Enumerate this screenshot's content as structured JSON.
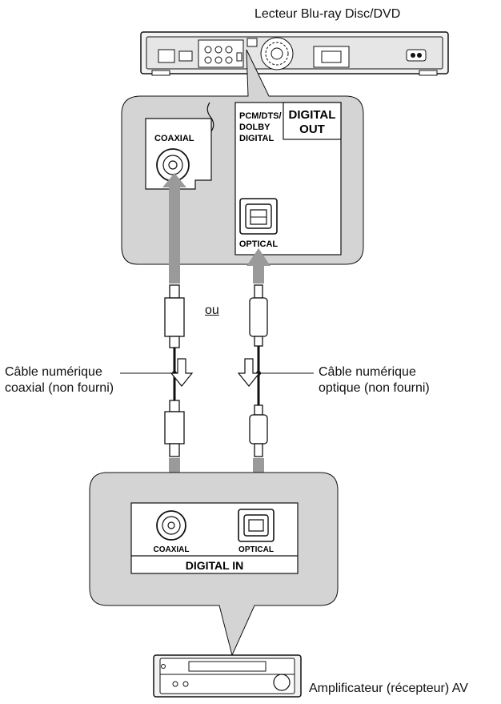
{
  "devices": {
    "player_title": "Lecteur Blu-ray Disc/DVD",
    "amp_title": "Amplificateur (récepteur) AV"
  },
  "player_panel": {
    "digital_out_line1": "DIGITAL",
    "digital_out_line2": "OUT",
    "pcm_line1": "PCM/DTS/",
    "pcm_line2": "DOLBY",
    "pcm_line3": "DIGITAL",
    "coaxial_label": "COAXIAL",
    "optical_label": "OPTICAL"
  },
  "connection": {
    "or_label": "ou",
    "coax_cable_line1": "Câble numérique",
    "coax_cable_line2": "coaxial (non fourni)",
    "optical_cable_line1": "Câble numérique",
    "optical_cable_line2": "optique (non fourni)"
  },
  "amp_panel": {
    "coaxial_label": "COAXIAL",
    "optical_label": "OPTICAL",
    "digital_in": "DIGITAL IN"
  },
  "colors": {
    "callout_fill": "#d4d4d4",
    "arrow_fill": "#9a9a9a",
    "stroke": "#111111"
  }
}
